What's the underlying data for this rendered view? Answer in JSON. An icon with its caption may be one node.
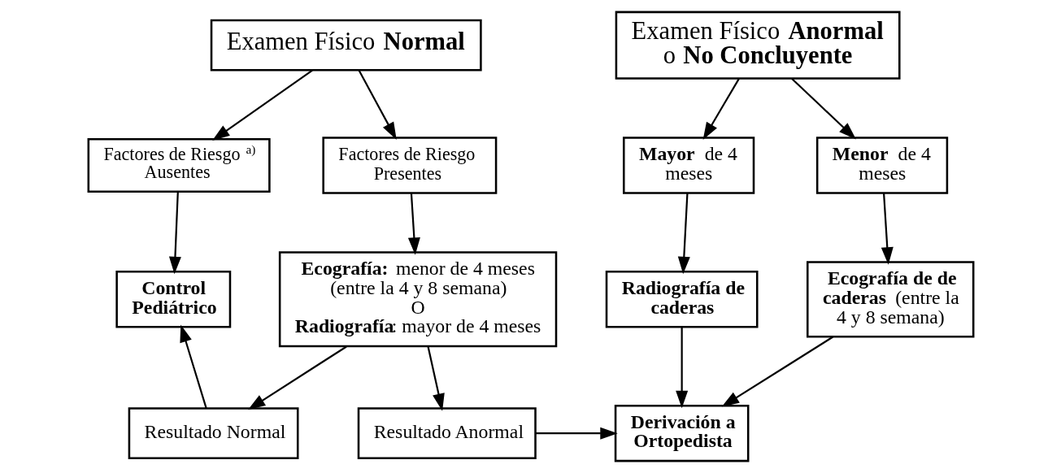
{
  "diagram": {
    "nodes": [
      {
        "text": [
          "Examen Físico **Normal**"
        ]
      },
      {
        "text": [
          "Factores de Riesgo$^{a)}$",
          "Ausentes"
        ]
      },
      {
        "text": [
          "Factores de Riesgo",
          "Presentes"
        ]
      },
      {
        "text": [
          "**Control Pediátrico**"
        ]
      },
      {
        "text": [
          "**Ecografía:** menor de 4 meses",
          "(entre la 4 y 8 semana)",
          "O",
          "**Radiografía**: mayor de 4 meses"
        ]
      },
      {
        "text": [
          "Resultado Normal"
        ]
      },
      {
        "text": [
          "Resultado Anormal"
        ]
      },
      {
        "text": [
          "Examen Físico **Anormal** o **No Concluyente**"
        ]
      },
      {
        "text": [
          "**Mayor** de 4 meses"
        ]
      },
      {
        "text": [
          "**Menor** de 4 meses"
        ]
      },
      {
        "text": [
          "**Radiografía de caderas**"
        ]
      },
      {
        "text": [
          "**Ecografía de de caderas** (entre la 4 y 8 semana)"
        ]
      },
      {
        "text": [
          "**Derivación a Ortopedista**"
        ]
      }
    ],
    "edges": [
      {
        "from": 0,
        "to": 1,
        "arrow": "to"
      },
      {
        "from": 0,
        "to": 2,
        "arrow": "to"
      },
      {
        "from": 1,
        "to": 3,
        "arrow": "to"
      },
      {
        "from": 2,
        "to": 4,
        "arrow": "to"
      },
      {
        "from": 4,
        "to": 5,
        "arrow": "to"
      },
      {
        "from": 4,
        "to": 6,
        "arrow": "to"
      },
      {
        "from": 5,
        "to": 3,
        "arrow": "to"
      },
      {
        "from": 6,
        "to": 12,
        "arrow": "to"
      },
      {
        "from": 7,
        "to": 8,
        "arrow": "to"
      },
      {
        "from": 7,
        "to": 9,
        "arrow": "to"
      },
      {
        "from": 8,
        "to": 10,
        "arrow": "to"
      },
      {
        "from": 9,
        "to": 11,
        "arrow": "to"
      },
      {
        "from": 10,
        "to": 12,
        "arrow": "to"
      },
      {
        "from": 11,
        "to": 12,
        "arrow": "to"
      }
    ]
  }
}
